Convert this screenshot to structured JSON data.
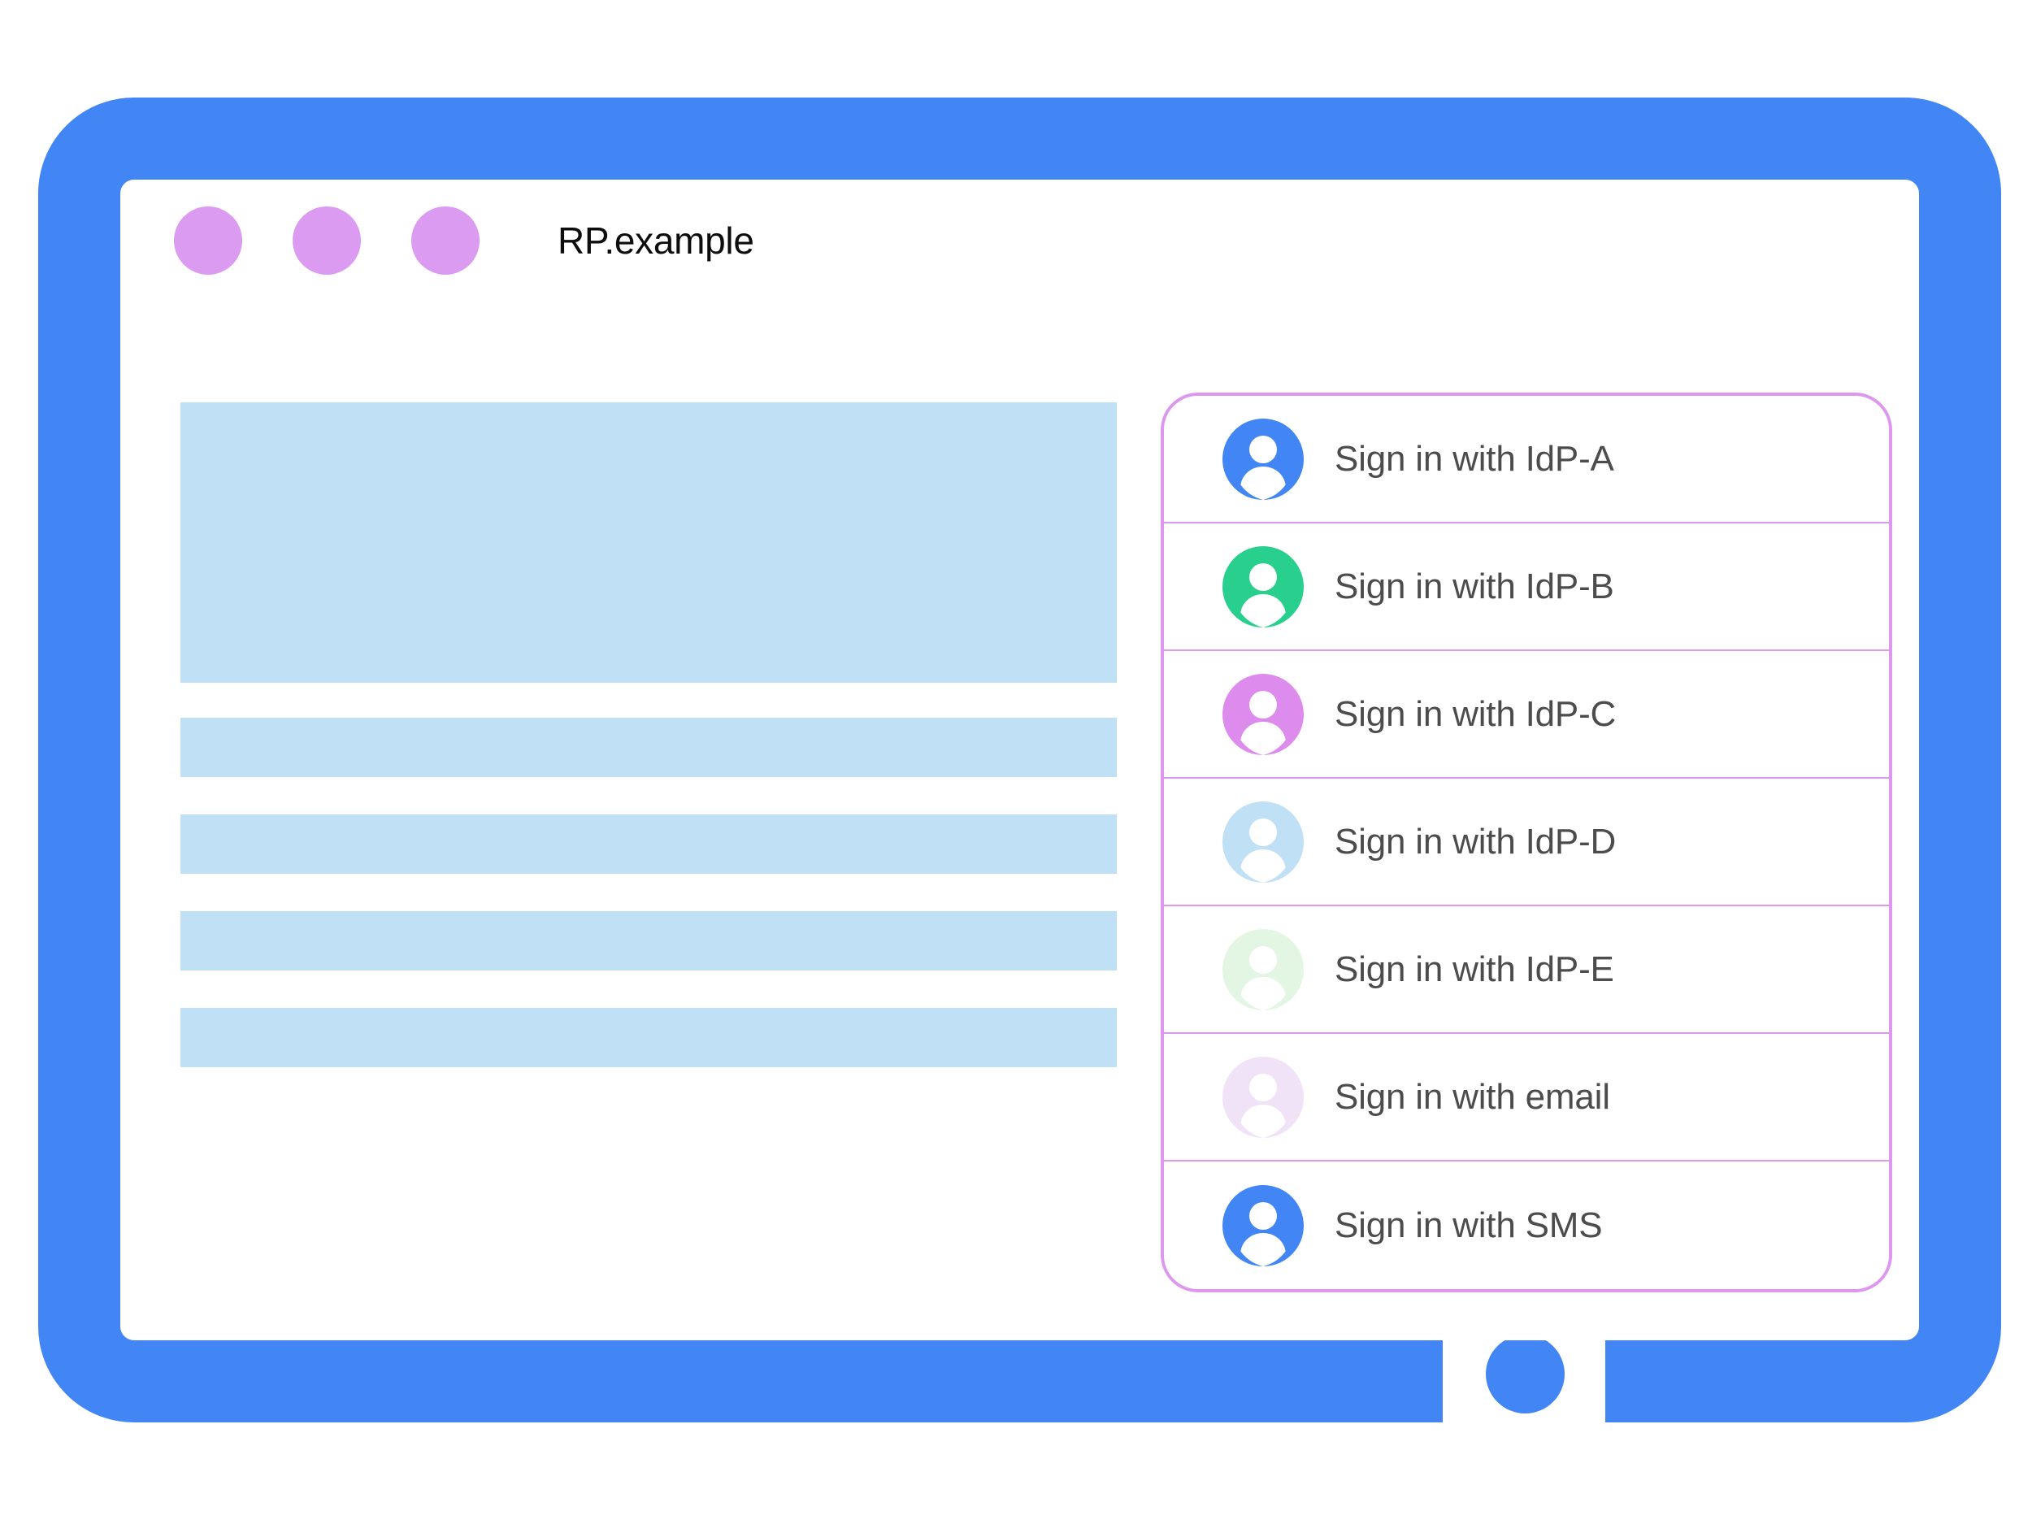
{
  "device": {
    "bezel_color": "#4285f4",
    "home_button_name": "home-button",
    "screen_background": "#ffffff"
  },
  "title_bar": {
    "title": "RP.example",
    "dot_color": "#da9bf0",
    "dots": [
      "window-dot-1",
      "window-dot-2",
      "window-dot-3"
    ]
  },
  "page_content": {
    "placeholder_color": "#bfe0f5",
    "blocks": [
      {
        "name": "content-hero-placeholder",
        "kind": "hero"
      },
      {
        "name": "content-bar-placeholder-1",
        "kind": "bar"
      },
      {
        "name": "content-bar-placeholder-2",
        "kind": "bar"
      },
      {
        "name": "content-bar-placeholder-3",
        "kind": "bar"
      },
      {
        "name": "content-bar-placeholder-4",
        "kind": "bar"
      }
    ]
  },
  "account_chooser": {
    "border_color": "#dd97ee",
    "divider_color": "#dd97ee",
    "background": "#ffffff",
    "text_color": "#4c4c4c",
    "accounts": [
      {
        "label": "Sign in with IdP-A",
        "avatar_color": "#4285f4",
        "icon": "account-avatar-icon"
      },
      {
        "label": "Sign in with IdP-B",
        "avatar_color": "#28cf8d",
        "icon": "account-avatar-icon"
      },
      {
        "label": "Sign in with IdP-C",
        "avatar_color": "#dd8cee",
        "icon": "account-avatar-icon"
      },
      {
        "label": "Sign in with IdP-D",
        "avatar_color": "#bfe0f5",
        "icon": "account-avatar-icon"
      },
      {
        "label": "Sign in with IdP-E",
        "avatar_color": "#e3f6e3",
        "icon": "account-avatar-icon"
      },
      {
        "label": "Sign in with email",
        "avatar_color": "#f0e3f7",
        "icon": "account-avatar-icon"
      },
      {
        "label": "Sign in with SMS",
        "avatar_color": "#4285f4",
        "icon": "account-avatar-icon"
      }
    ]
  }
}
